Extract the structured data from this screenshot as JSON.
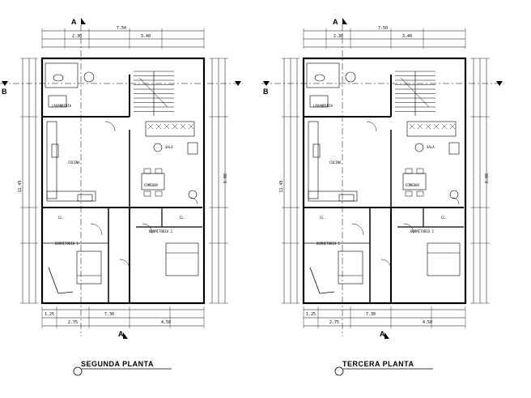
{
  "plans": [
    {
      "title": "SEGUNDA PLANTA",
      "section_top": "A",
      "section_bottom": "A",
      "section_side": "B",
      "rooms": {
        "sala": "SALA",
        "cocina": "COCINA",
        "comedor": "COMEDOR",
        "dormitorio1": "DORMITORIO 1",
        "dormitorio2": "DORMITORIO 2",
        "lavanderia": "LAVANDERIA",
        "closet_a": "CL.",
        "closet_b": "CL."
      },
      "dims_top": [
        "7.50",
        "2.30",
        "3.40"
      ],
      "dims_bottom": [
        "1.25",
        "2.75",
        "7.30",
        "4.50"
      ],
      "dims_side": [
        "11.45",
        "6.00"
      ]
    },
    {
      "title": "TERCERA PLANTA",
      "section_top": "A",
      "section_bottom": "A",
      "section_side": "B",
      "rooms": {
        "sala": "SALA",
        "cocina": "COCINA",
        "comedor": "COMEDOR",
        "dormitorio1": "DORMITORIO 1",
        "dormitorio2": "DORMITORIO 2",
        "lavanderia": "LAVANDERIA",
        "closet_a": "CL.",
        "closet_b": "CL."
      },
      "dims_top": [
        "7.50",
        "2.30",
        "3.40"
      ],
      "dims_bottom": [
        "1.25",
        "2.75",
        "7.30",
        "4.50"
      ],
      "dims_side": [
        "11.45",
        "6.00"
      ]
    }
  ],
  "colors": {
    "line": "#000000",
    "background": "#ffffff"
  }
}
